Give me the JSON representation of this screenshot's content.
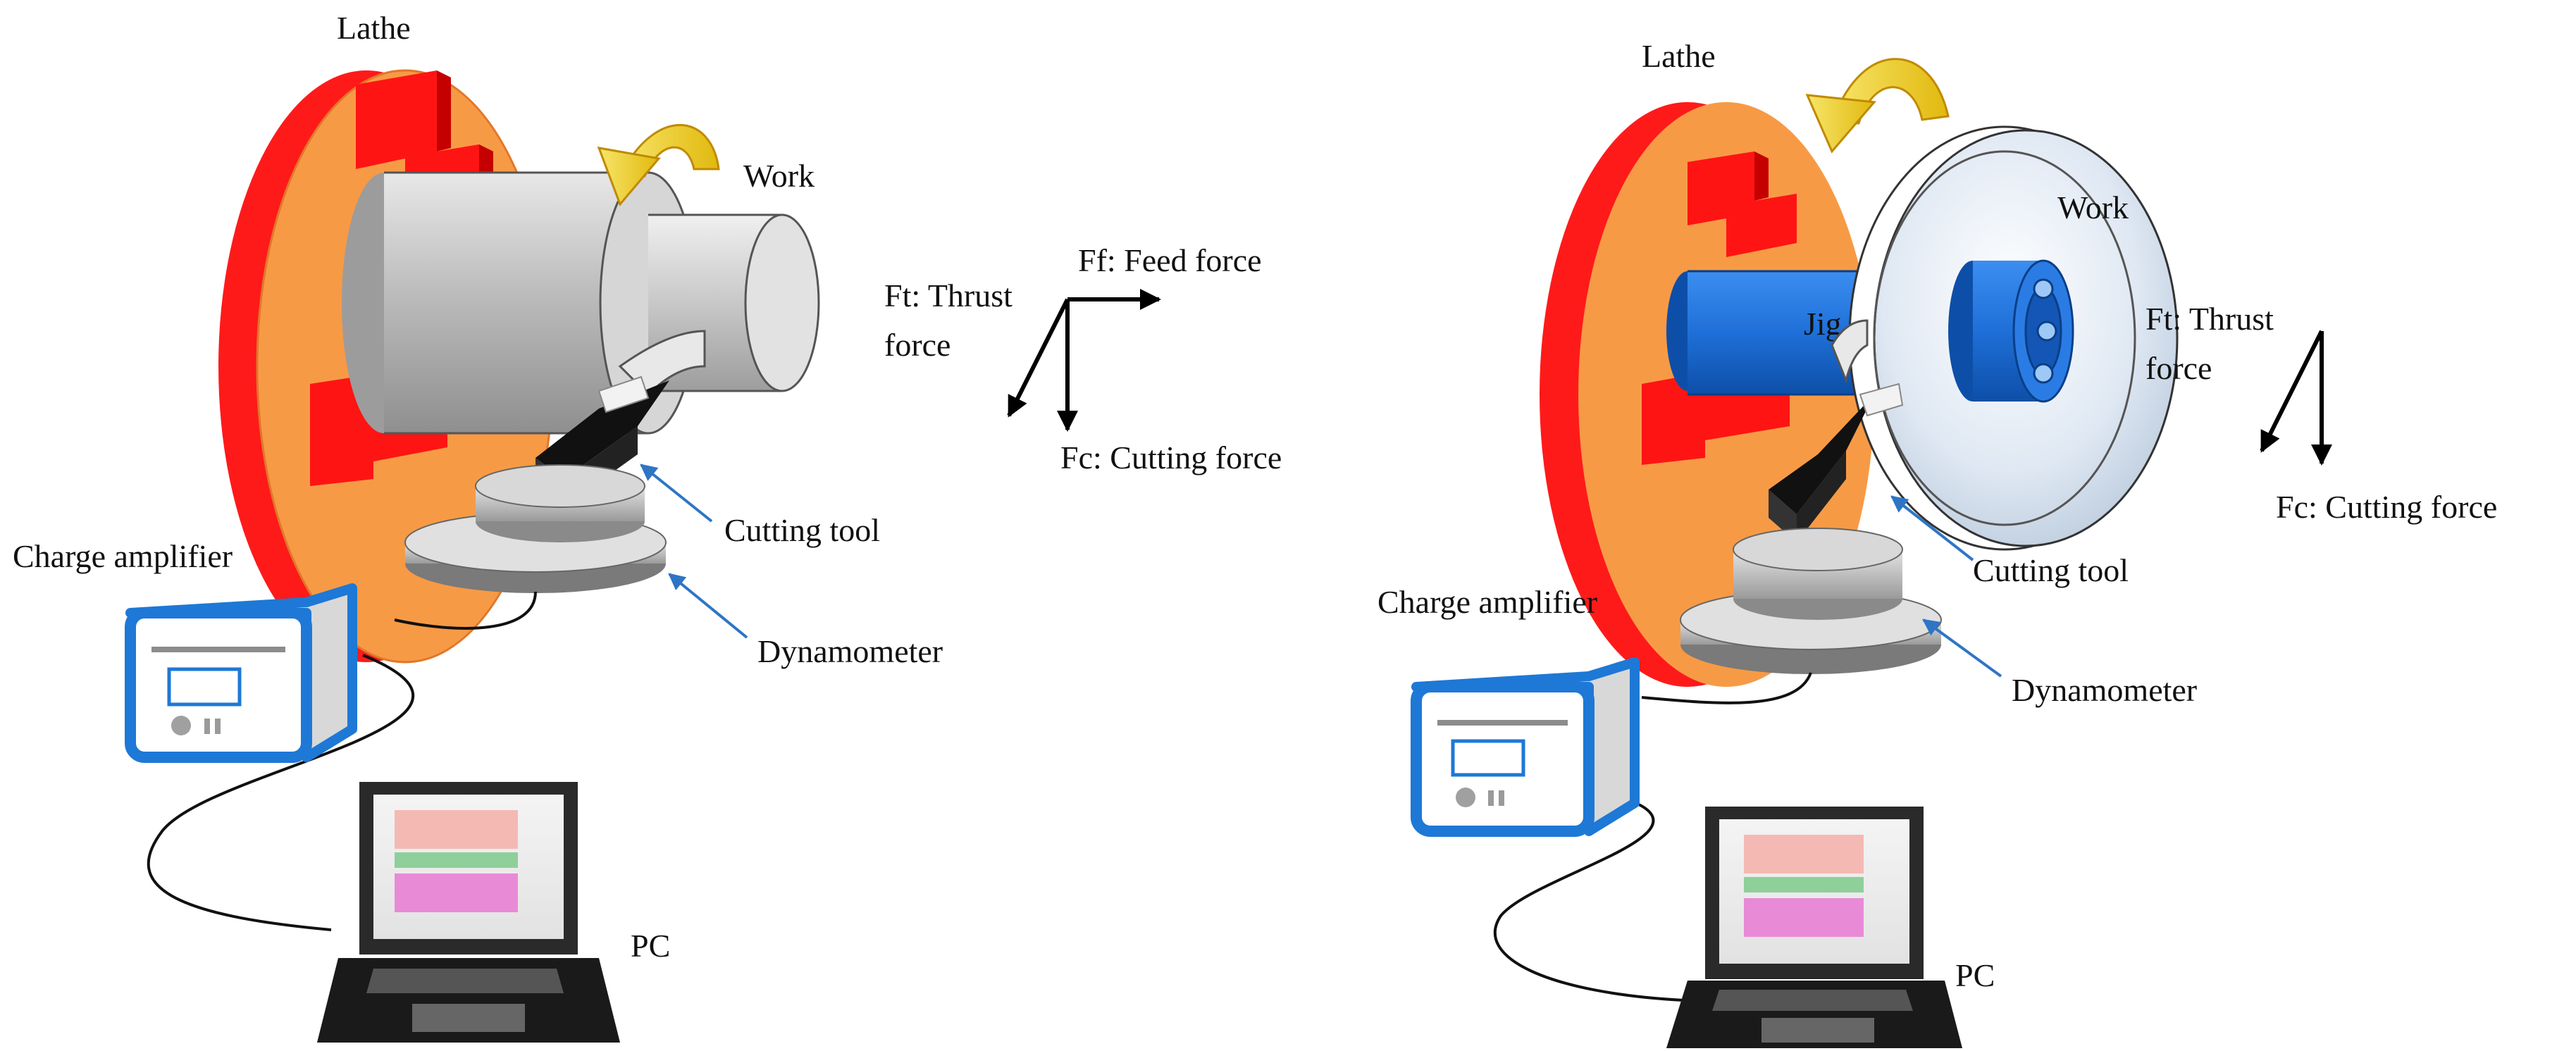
{
  "left_setup": {
    "lathe_label": "Lathe",
    "work_label": "Work",
    "cutting_tool_label": "Cutting tool",
    "dynamometer_label": "Dynamometer",
    "charge_amplifier_label": "Charge amplifier",
    "pc_label": "PC",
    "forces": {
      "thrust_line1": "Ft: Thrust",
      "thrust_line2": "force",
      "feed": "Ff: Feed force",
      "cutting": "Fc: Cutting force"
    }
  },
  "right_setup": {
    "lathe_label": "Lathe",
    "work_label": "Work",
    "jig_label": "Jig",
    "cutting_tool_label": "Cutting tool",
    "dynamometer_label": "Dynamometer",
    "charge_amplifier_label": "Charge amplifier",
    "pc_label": "PC",
    "forces": {
      "thrust_line1": "Ft: Thrust",
      "thrust_line2": "force",
      "cutting": "Fc: Cutting force"
    }
  },
  "colors": {
    "chuck_rim": "#ff1a1a",
    "chuck_face": "#f79a46",
    "jaw": "#ff1414",
    "rotation_arrow": "#f2d21e",
    "work_gray": "#c9c9c9",
    "jig_blue": "#1f6fd8",
    "amplifier_outline": "#1e78d6",
    "leader_blue": "#2e75c6"
  }
}
